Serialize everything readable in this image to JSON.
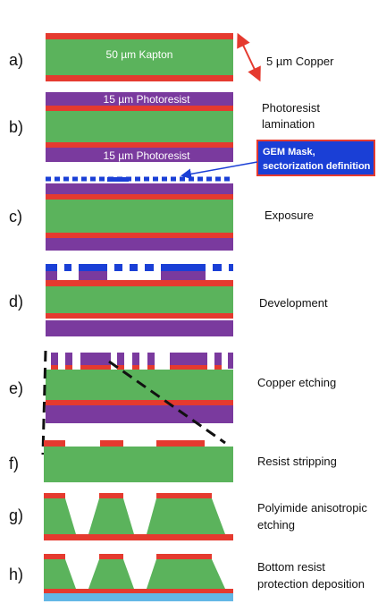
{
  "colors": {
    "copper": "#e53a2f",
    "kapton": "#5bb35c",
    "photoresist": "#7a3a9e",
    "mask": "#1a3fd6",
    "protection": "#63b7e6",
    "callout_bg": "#1a3fd6",
    "callout_border": "#e53a2f",
    "arrow": "#e53a2f"
  },
  "labels": {
    "kapton": "50 µm Kapton",
    "copper": "5 µm Copper",
    "photoresist_top": "15 µm Photoresist",
    "photoresist_bottom": "15 µm Photoresist",
    "mask_callout_line1": "GEM Mask,",
    "mask_callout_line2": "sectorization definition"
  },
  "steps": [
    {
      "letter": "a)",
      "desc": [
        ""
      ]
    },
    {
      "letter": "b)",
      "desc": [
        "Photoresist",
        "lamination"
      ]
    },
    {
      "letter": "c)",
      "desc": [
        "Exposure"
      ]
    },
    {
      "letter": "d)",
      "desc": [
        "Development"
      ]
    },
    {
      "letter": "e)",
      "desc": [
        "Copper etching"
      ]
    },
    {
      "letter": "f)",
      "desc": [
        "Resist stripping"
      ]
    },
    {
      "letter": "g)",
      "desc": [
        "Polyimide anisotropic",
        "etching"
      ]
    },
    {
      "letter": "h)",
      "desc": [
        "Bottom resist",
        "protection deposition"
      ]
    }
  ]
}
